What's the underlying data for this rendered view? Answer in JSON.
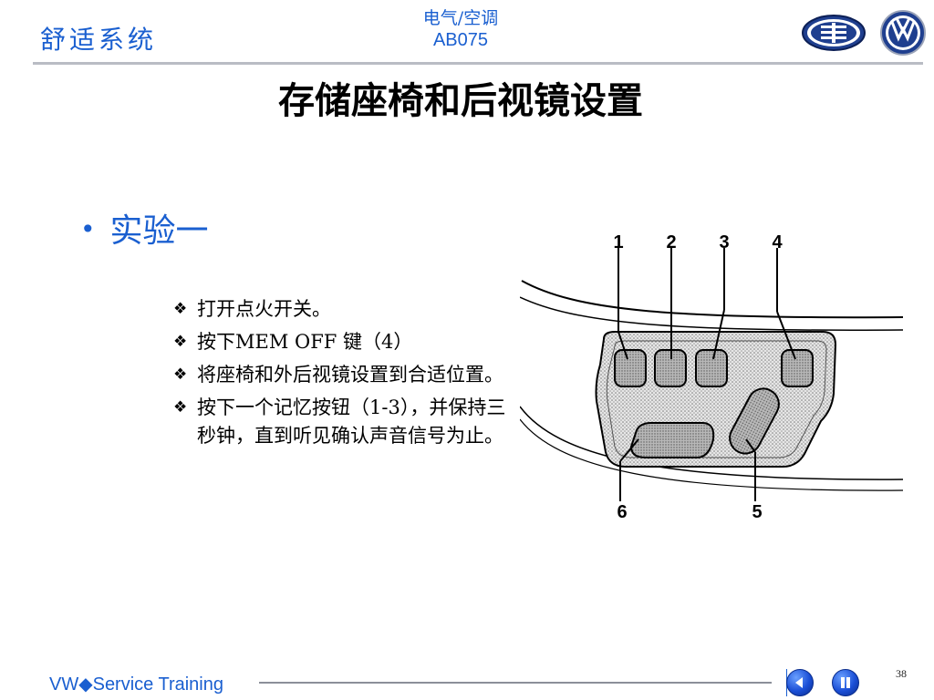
{
  "header": {
    "section": "舒适系统",
    "category": "电气/空调",
    "code": "AB075"
  },
  "title": "存储座椅和后视镜设置",
  "bullet": "实验一",
  "steps": [
    "打开点火开关。",
    "按下MEM OFF 键（4）",
    "将座椅和外后视镜设置到合适位置。",
    "按下一个记忆按钮（1-3），并保持三秒钟，直到听见确认声音信号为止。"
  ],
  "step_marker": "❖",
  "diagram": {
    "labels": [
      "1",
      "2",
      "3",
      "4",
      "5",
      "6"
    ]
  },
  "footer": {
    "text": "VW◆Service Training",
    "page_number": "38"
  },
  "colors": {
    "accent": "#1a5fd0",
    "rule": "#b9bcc4"
  },
  "icons": [
    "faw-logo-icon",
    "vw-logo-icon",
    "previous-icon",
    "pause-icon"
  ]
}
